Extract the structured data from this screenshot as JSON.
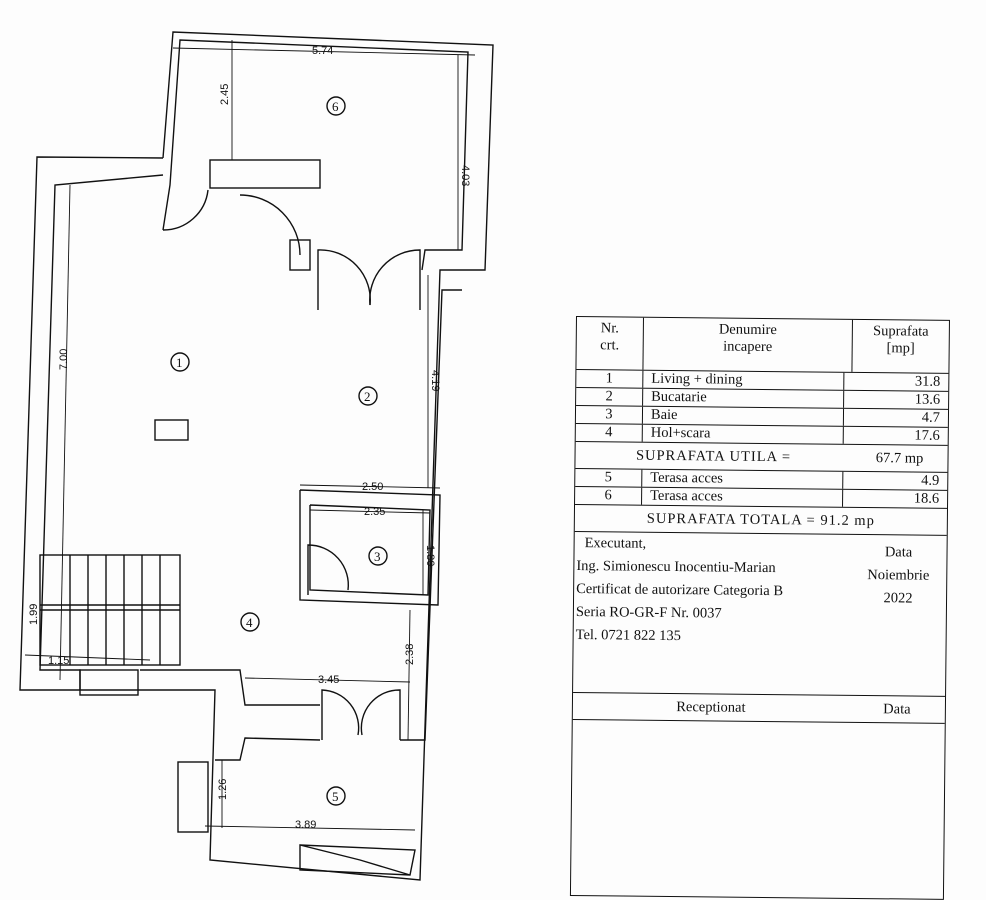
{
  "plan": {
    "rooms": [
      "1",
      "2",
      "3",
      "4",
      "5",
      "6"
    ],
    "dimensions": {
      "top": "5.74",
      "terrace_left": "2.45",
      "terrace_right": "4.03",
      "left": "7.00",
      "kitchen": "4.19",
      "bath_outer": "2.50",
      "bath_inner": "2.35",
      "bath_height": "1.80",
      "stair_height": "1.99",
      "stair_width": "1.15",
      "hall": "3.45",
      "hall_height": "2.38",
      "terrace5_height": "1.26",
      "terrace5_width": "3.89"
    }
  },
  "table": {
    "header": {
      "nr": "Nr.\ncrt.",
      "name": "Denumire\nincapere",
      "area": "Suprafata\n[mp]"
    },
    "rows": [
      {
        "nr": "1",
        "name": "Living + dining",
        "area": "31.8"
      },
      {
        "nr": "2",
        "name": "Bucatarie",
        "area": "13.6"
      },
      {
        "nr": "3",
        "name": "Baie",
        "area": "4.7"
      },
      {
        "nr": "4",
        "name": "Hol+scara",
        "area": "17.6"
      }
    ],
    "util_label": "SUPRAFATA  UTILA =",
    "util_value": "67.7 mp",
    "rows2": [
      {
        "nr": "5",
        "name": "Terasa acces",
        "area": "4.9"
      },
      {
        "nr": "6",
        "name": "Terasa acces",
        "area": "18.6"
      }
    ],
    "total": "SUPRAFATA  TOTALA = 91.2 mp",
    "executant": [
      "Executant,",
      "Ing. Simionescu Inocentiu-Marian",
      "Certificat de autorizare Categoria B",
      "Seria RO-GR-F Nr. 0037",
      "Tel. 0721 822 135"
    ],
    "data_label": "Data",
    "data_value": [
      "Noiembrie",
      "2022"
    ],
    "receptionat": "Receptionat",
    "receptionat_data": "Data"
  }
}
